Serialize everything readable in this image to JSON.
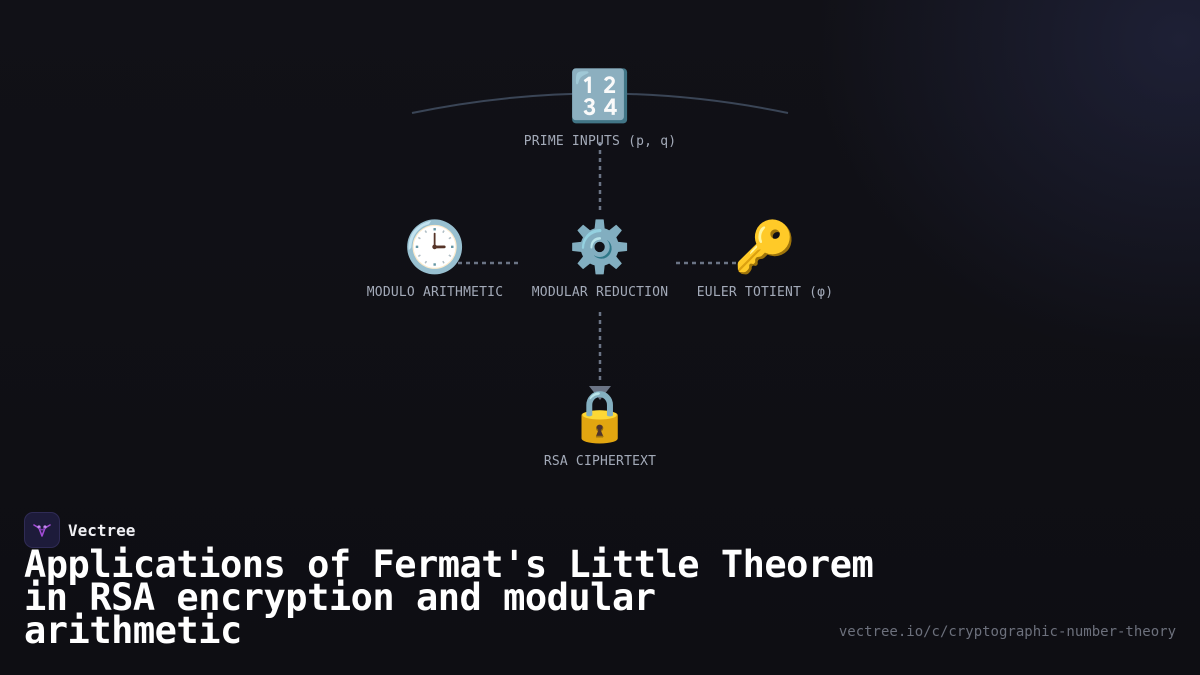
{
  "diagram": {
    "nodes": [
      {
        "id": "prime-inputs",
        "icon": "1234-input-icon",
        "glyph": "🔢",
        "label": "PRIME INPUTS (p, q)"
      },
      {
        "id": "modulo-arithmetic",
        "icon": "clock-icon",
        "glyph": "🕒",
        "label": "MODULO ARITHMETIC"
      },
      {
        "id": "modular-reduction",
        "icon": "gear-icon",
        "glyph": "⚙️",
        "label": "MODULAR REDUCTION"
      },
      {
        "id": "euler-totient",
        "icon": "key-icon",
        "glyph": "🔑",
        "label": "EULER TOTIENT (φ)"
      },
      {
        "id": "rsa-ciphertext",
        "icon": "lock-icon",
        "glyph": "🔒",
        "label": "RSA CIPHERTEXT"
      }
    ],
    "edges": [
      {
        "from": "prime-inputs",
        "to": "modular-reduction"
      },
      {
        "from": "modulo-arithmetic",
        "to": "modular-reduction"
      },
      {
        "from": "modular-reduction",
        "to": "euler-totient"
      },
      {
        "from": "modular-reduction",
        "to": "rsa-ciphertext"
      }
    ]
  },
  "brand": {
    "name": "Vectree",
    "logo_icon": "vectree-logo-icon",
    "accent": "#a24bd6"
  },
  "title": "Applications of Fermat's Little Theorem in RSA encryption and modular arithmetic",
  "url": "vectree.io/c/cryptographic-number-theory",
  "colors": {
    "background": "#0e0e13",
    "connector": "#6b7485",
    "label": "#a3aab8"
  }
}
